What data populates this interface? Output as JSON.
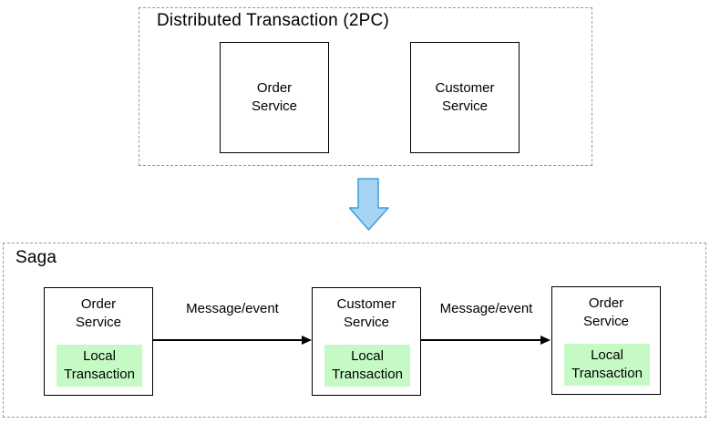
{
  "diagram": {
    "top_section": {
      "title": "Distributed Transaction (2PC)",
      "services": [
        {
          "label": "Order\nService"
        },
        {
          "label": "Customer\nService"
        }
      ]
    },
    "transition": {
      "icon": "down-arrow"
    },
    "saga_section": {
      "title": "Saga",
      "services": [
        {
          "label": "Order\nService",
          "local_transaction_label": "Local\nTransaction"
        },
        {
          "label": "Customer\nService",
          "local_transaction_label": "Local\nTransaction"
        },
        {
          "label": "Order\nService",
          "local_transaction_label": "Local\nTransaction"
        }
      ],
      "arrows": [
        {
          "label": "Message/event"
        },
        {
          "label": "Message/event"
        }
      ]
    },
    "colors": {
      "local_transaction_fill": "#c5fac5",
      "down_arrow_fill": "#a6d4f2",
      "down_arrow_stroke": "#3d9ee0",
      "dashed_border": "#999999",
      "solid_border": "#000000"
    }
  }
}
